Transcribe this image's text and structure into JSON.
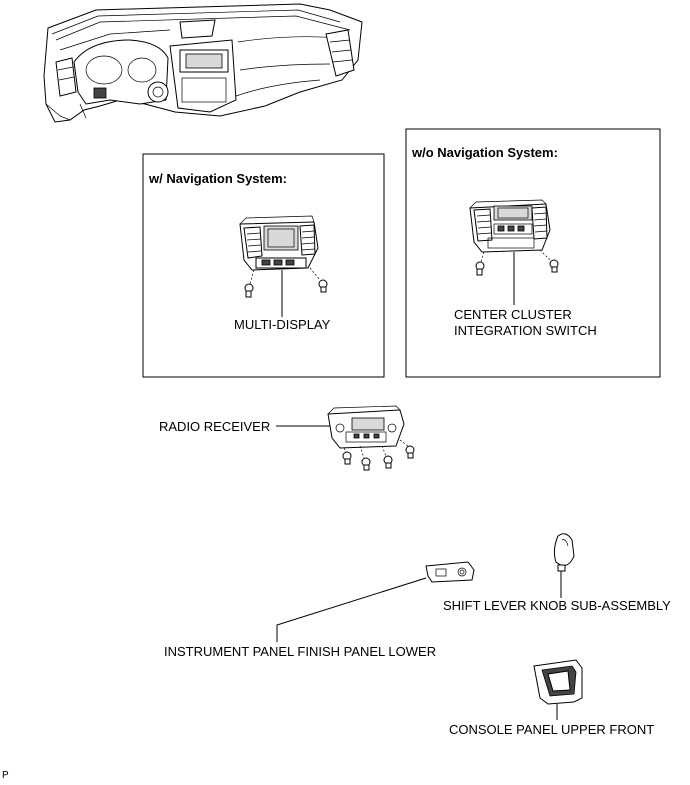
{
  "boxes": {
    "with_nav": {
      "title": "w/ Navigation System:"
    },
    "without_nav": {
      "title": "w/o Navigation System:"
    }
  },
  "labels": {
    "multi_display": "MULTI-DISPLAY",
    "center_cluster_line1": "CENTER CLUSTER",
    "center_cluster_line2": "INTEGRATION SWITCH",
    "radio_receiver": "RADIO RECEIVER",
    "shift_lever_knob": "SHIFT LEVER KNOB SUB-ASSEMBLY",
    "instrument_panel_finish": "INSTRUMENT PANEL FINISH PANEL LOWER",
    "console_panel": "CONSOLE PANEL UPPER FRONT"
  },
  "figure_code": "P"
}
